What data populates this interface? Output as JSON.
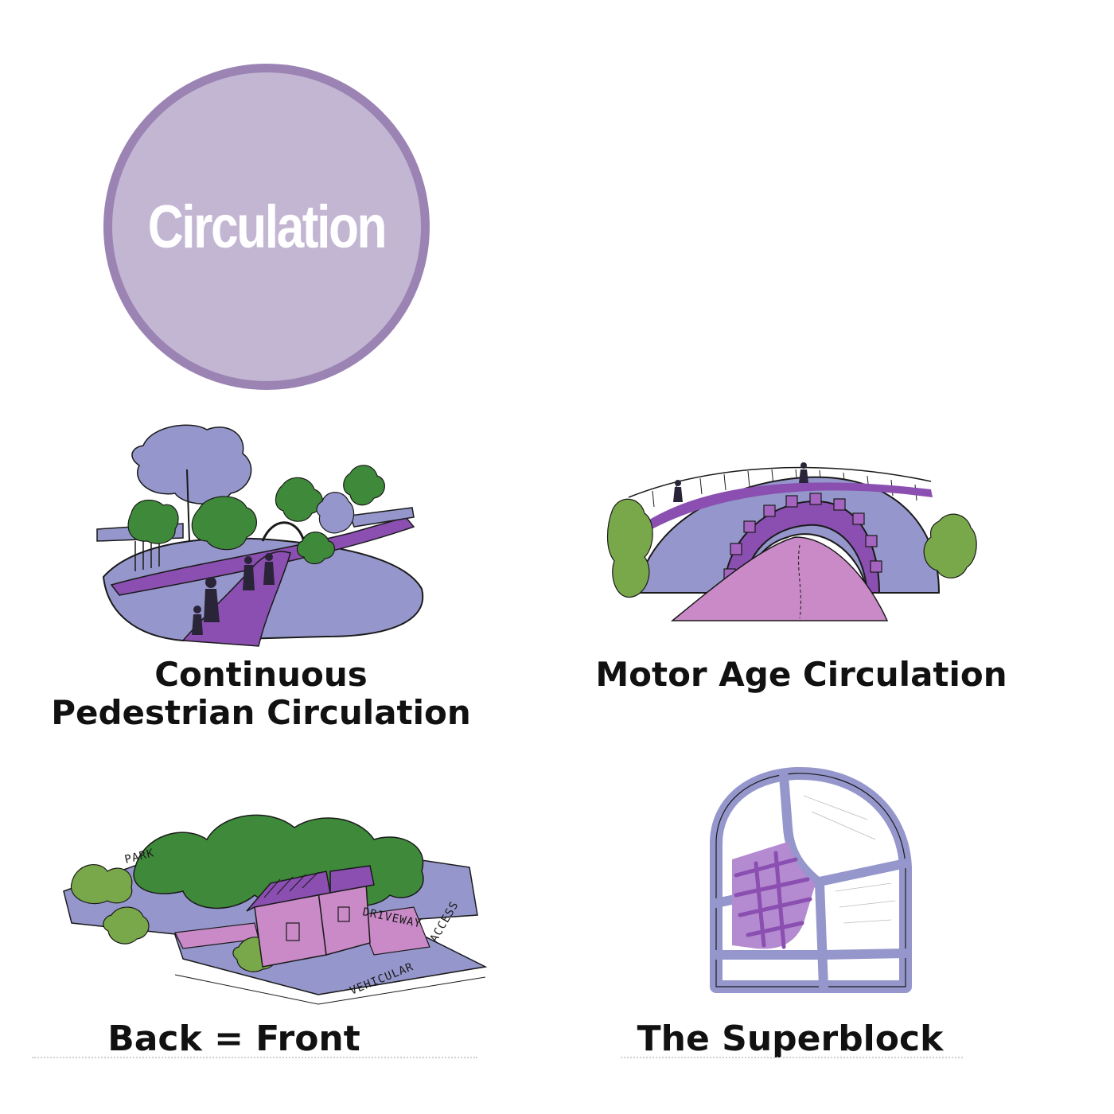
{
  "title": "Circulation",
  "colors": {
    "badge_fill": "#c2b6d2",
    "badge_ring": "#9b83b3",
    "periwinkle": "#9597cc",
    "violet": "#8a4fb0",
    "pink": "#c98ac7",
    "green": "#3f8a3a",
    "light_green": "#79a84a",
    "ink": "#1a1a1a"
  },
  "panels": [
    {
      "caption_line1": "Continuous",
      "caption_line2": "Pedestrian Circulation",
      "illustration": "pedestrian-path-park-sketch"
    },
    {
      "caption": "Motor Age Circulation",
      "illustration": "arched-bridge-sketch"
    },
    {
      "caption": "Back = Front",
      "illustration": "house-park-driveway-sketch",
      "sketch_labels": {
        "park": "PARK",
        "driveway": "DRIVEWAY",
        "vehicular": "VEHICULAR",
        "access": "ACCESS"
      }
    },
    {
      "caption": "The Superblock",
      "illustration": "superblock-street-plan-sketch"
    }
  ]
}
